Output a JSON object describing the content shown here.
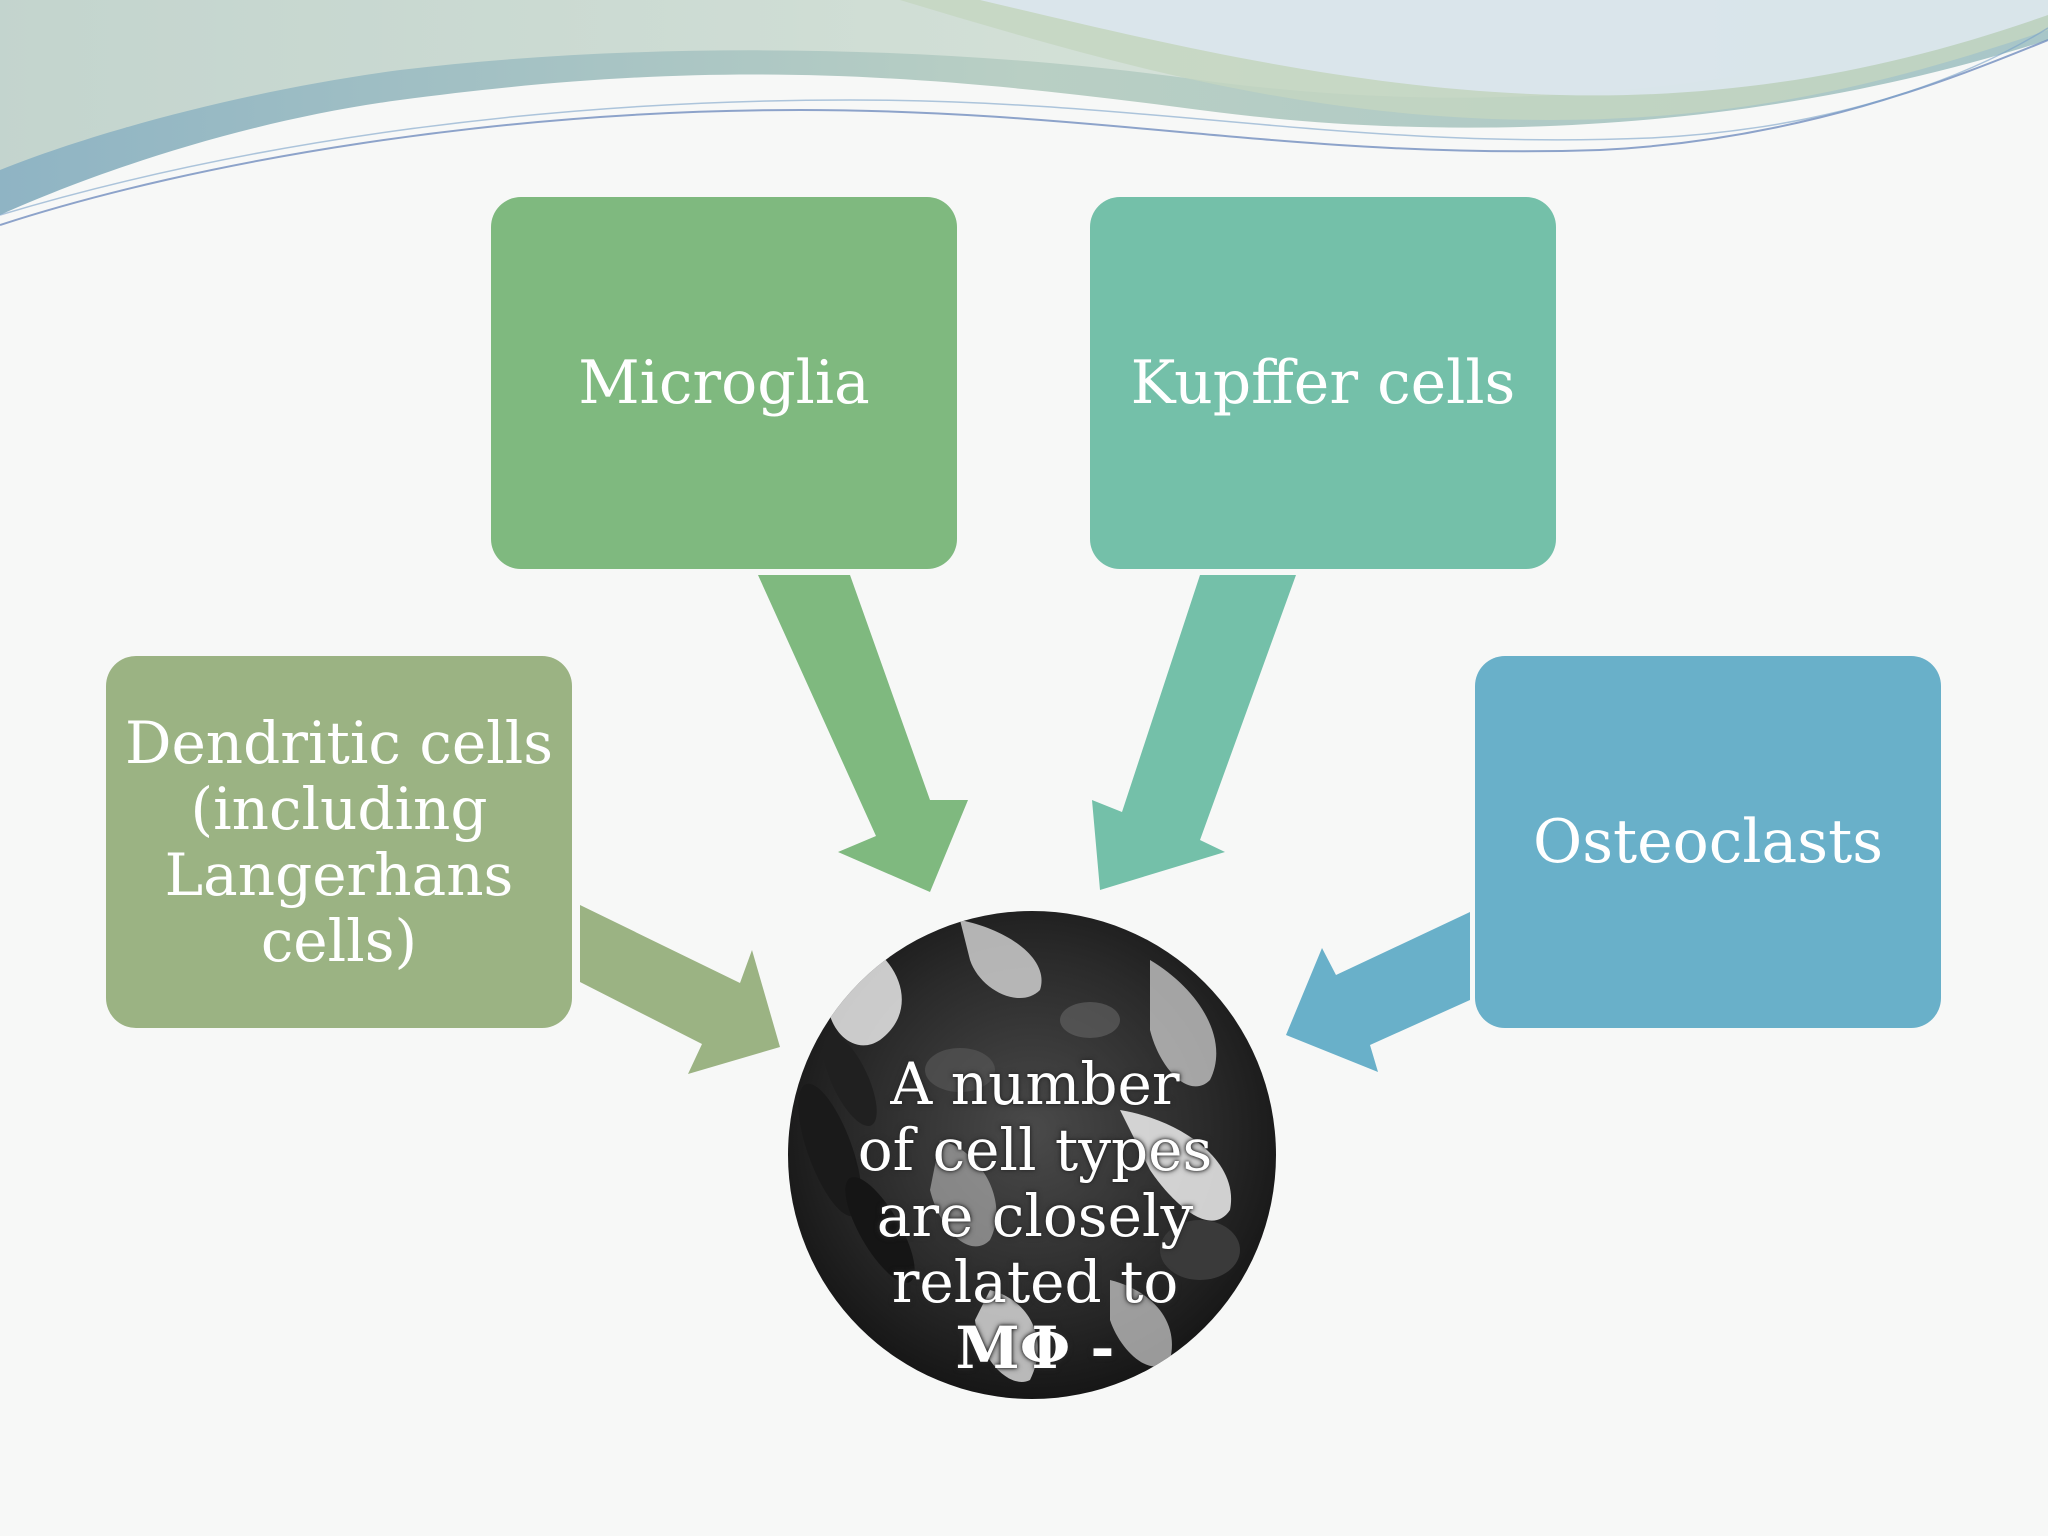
{
  "slide": {
    "center_text": "A number\nof cell types\nare closely\nrelated to",
    "center_symbol": "MΦ -",
    "boxes": {
      "dendritic": "Dendritic cells\n(including\nLangerhans\ncells)",
      "microglia": "Microglia",
      "kupffer": "Kupffer cells",
      "osteoclasts": "Osteoclasts"
    }
  },
  "colors": {
    "dendritic": "#9bb383",
    "microglia": "#7fb97f",
    "kupffer": "#74c0a9",
    "osteoclasts": "#69b0c9",
    "background": "#f7f8f7"
  }
}
